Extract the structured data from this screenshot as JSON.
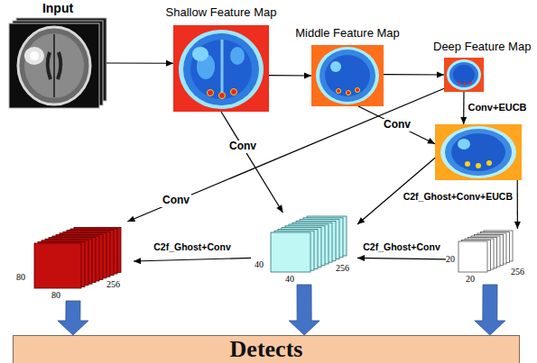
{
  "diagram": {
    "nodes": [
      {
        "text": [
          "Input"
        ]
      },
      {
        "text": [
          "Shallow Feature Map"
        ]
      },
      {
        "text": [
          "Middle Feature Map"
        ]
      },
      {
        "text": [
          "Deep Feature Map"
        ]
      },
      {
        "text": [
          "C2f_Ghost+Conv+EUCB"
        ]
      },
      {
        "text": [
          "80",
          "256",
          "80"
        ]
      },
      {
        "text": [
          "40",
          "256",
          "40"
        ]
      },
      {
        "text": [
          "20",
          "256",
          "20"
        ]
      },
      {
        "text": [
          "Detects"
        ]
      }
    ],
    "edges": [
      {
        "from": 0,
        "to": 1,
        "arrow": "to"
      },
      {
        "from": 1,
        "to": 2,
        "arrow": "to"
      },
      {
        "from": 2,
        "to": 3,
        "arrow": "to"
      },
      {
        "from": 3,
        "to": 4,
        "label": "Conv+EUCB",
        "arrow": "to"
      },
      {
        "from": 3,
        "to": 5,
        "label": "Conv",
        "arrow": "to"
      },
      {
        "from": 1,
        "to": 6,
        "label": "Conv",
        "arrow": "to"
      },
      {
        "from": 2,
        "to": 4,
        "label": "Conv",
        "arrow": "to"
      },
      {
        "from": 4,
        "to": 7,
        "arrow": "to"
      },
      {
        "from": 4,
        "to": 6,
        "arrow": "to"
      },
      {
        "from": 7,
        "to": 6,
        "label": "C2f_Ghost+Conv",
        "arrow": "to"
      },
      {
        "from": 6,
        "to": 5,
        "label": "C2f_Ghost+Conv",
        "arrow": "to"
      },
      {
        "from": 5,
        "to": 8,
        "arrow": "to"
      },
      {
        "from": 6,
        "to": 8,
        "arrow": "to"
      },
      {
        "from": 7,
        "to": 8,
        "arrow": "to"
      }
    ]
  }
}
